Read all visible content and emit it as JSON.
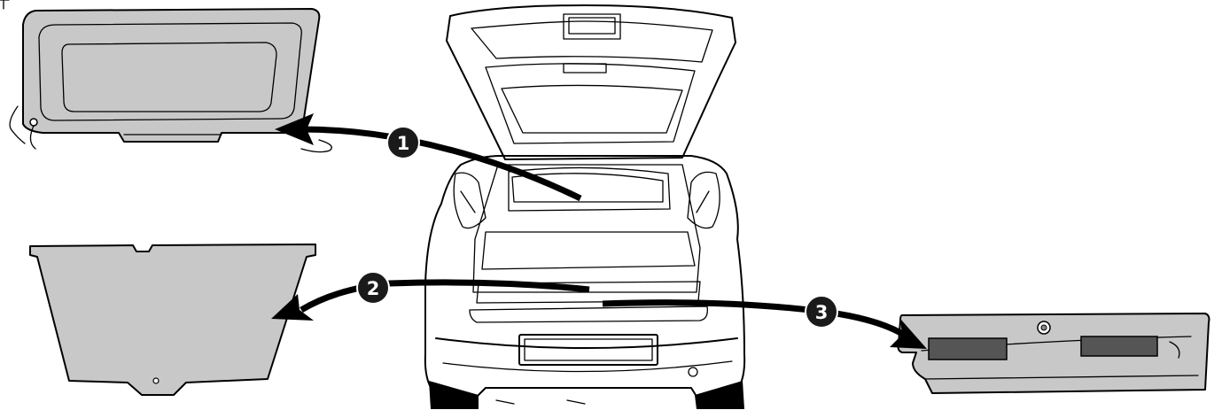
{
  "markers": [
    {
      "id": "1"
    },
    {
      "id": "2"
    },
    {
      "id": "3"
    }
  ],
  "colors": {
    "panel_fill": "#c8c8c8",
    "outline": "#000000",
    "marker_fill": "#1a1a1a",
    "background": "#ffffff"
  }
}
